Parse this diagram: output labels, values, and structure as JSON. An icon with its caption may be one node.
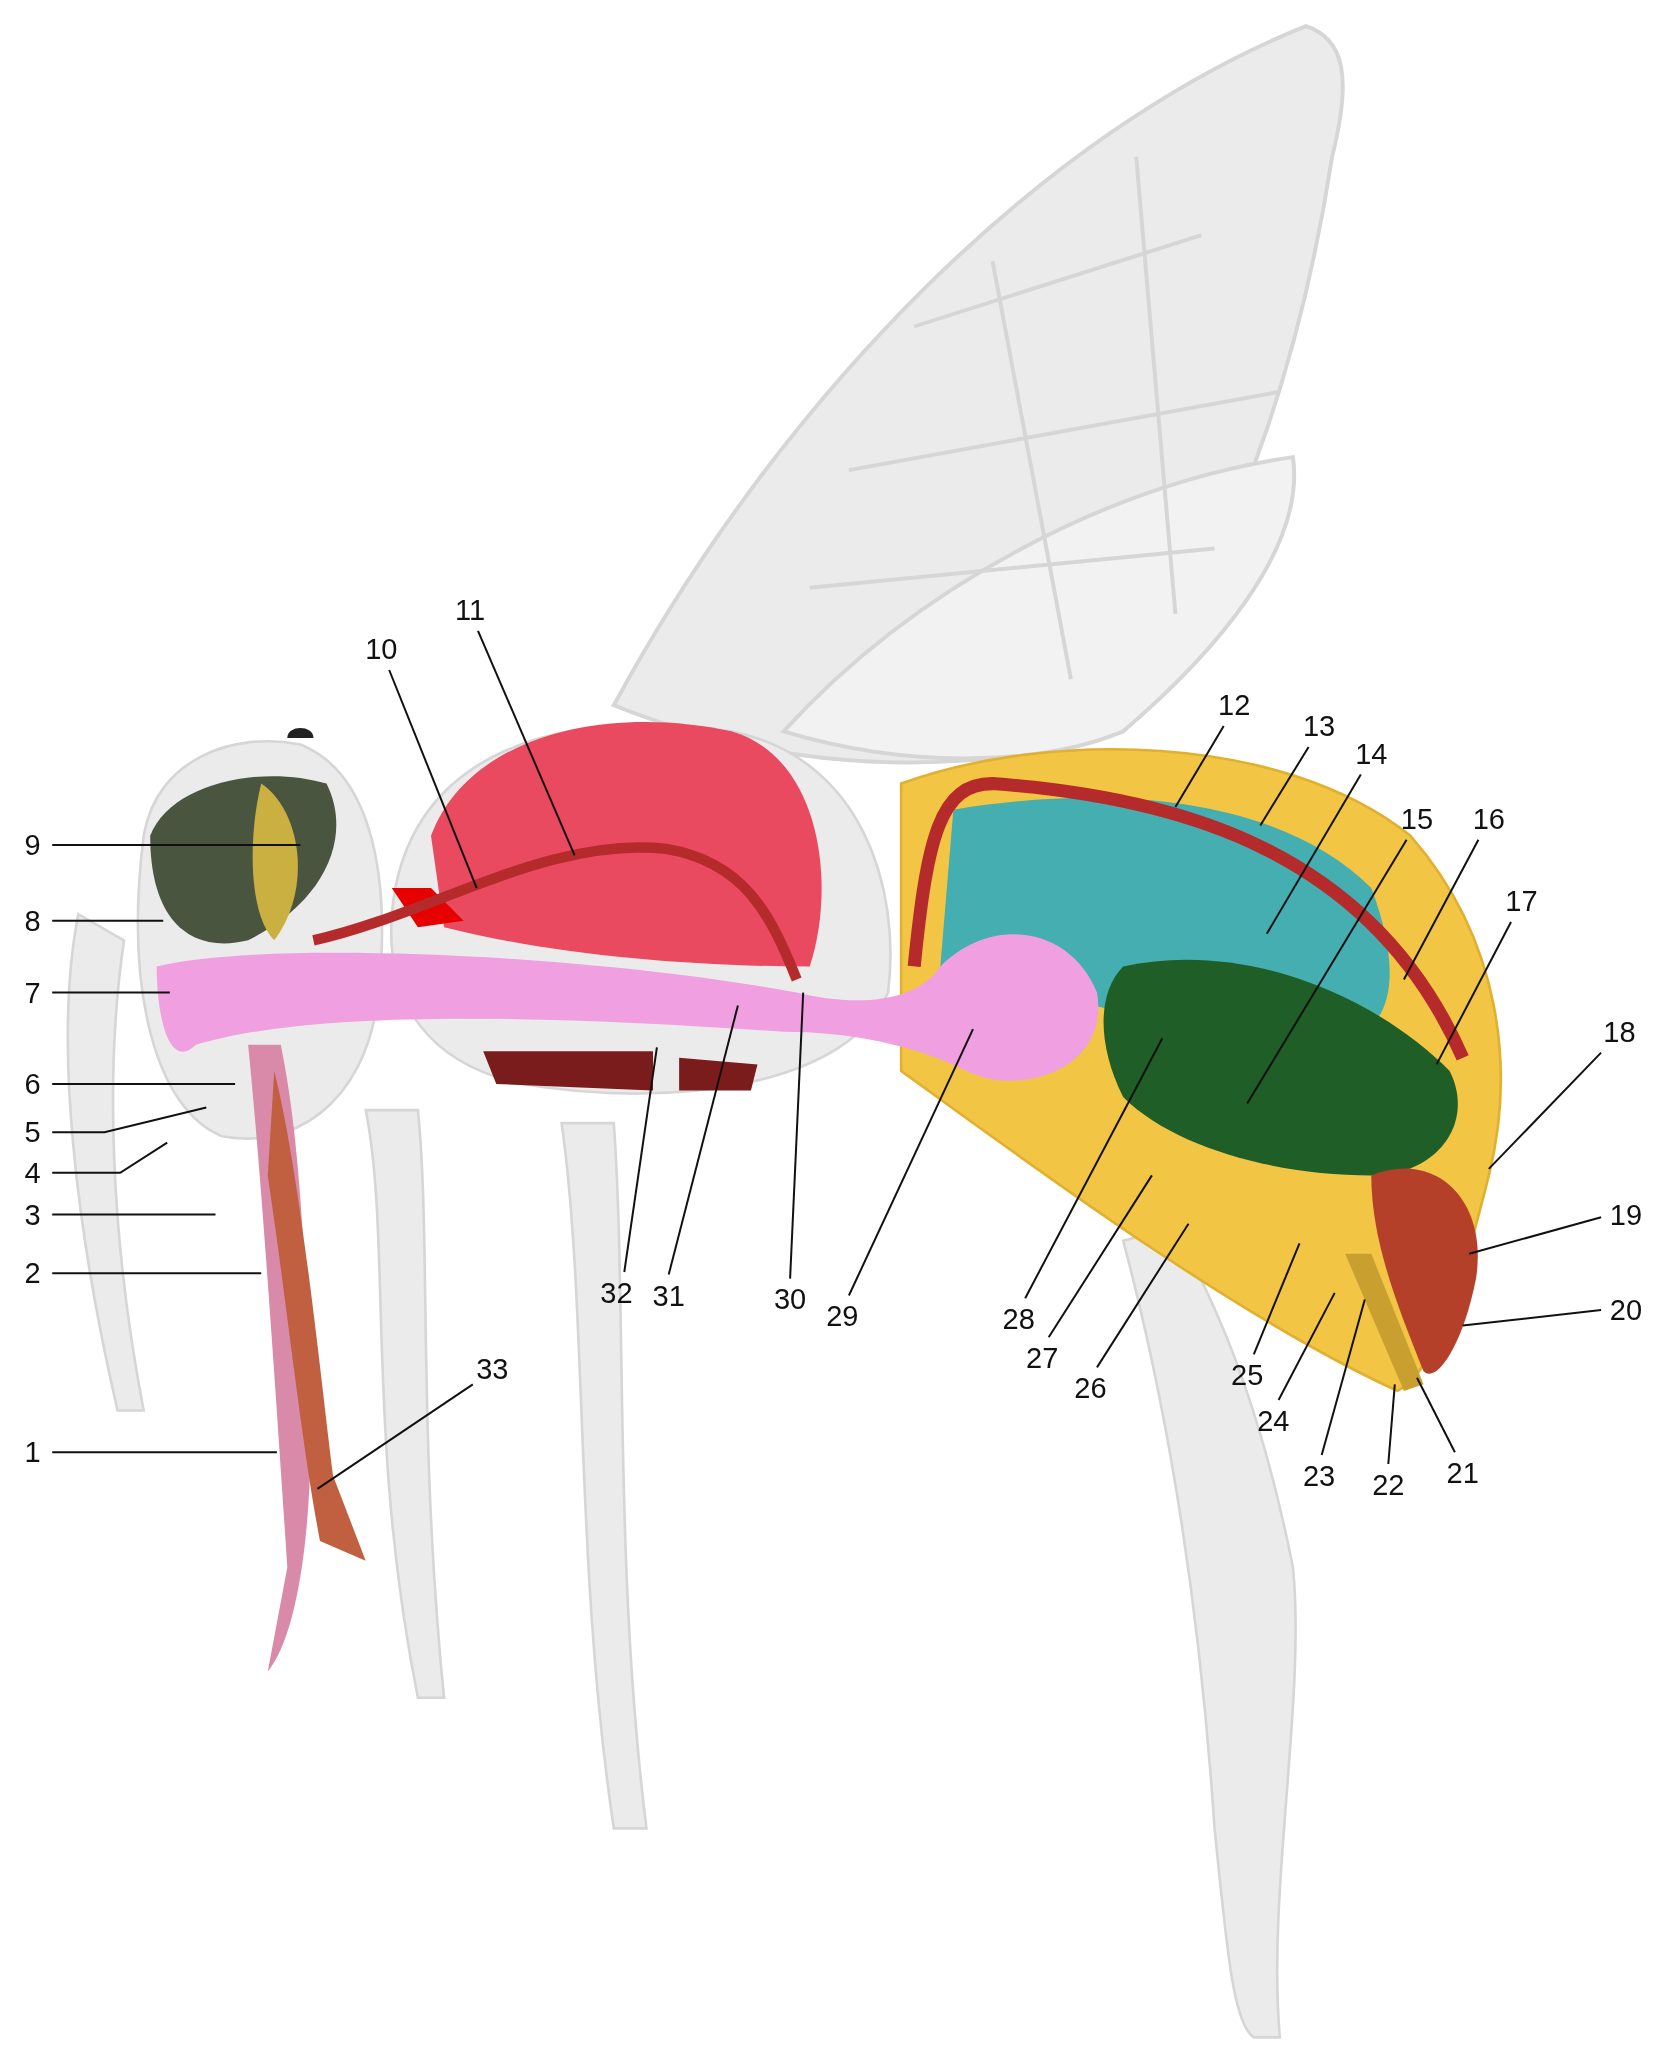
{
  "diagram": {
    "nodes": [
      {
        "text": [
          "1"
        ]
      },
      {
        "text": [
          "2"
        ]
      },
      {
        "text": [
          "3"
        ]
      },
      {
        "text": [
          "4"
        ]
      },
      {
        "text": [
          "5"
        ]
      },
      {
        "text": [
          "6"
        ]
      },
      {
        "text": [
          "7"
        ]
      },
      {
        "text": [
          "8"
        ]
      },
      {
        "text": [
          "9"
        ]
      },
      {
        "text": [
          "10"
        ]
      },
      {
        "text": [
          "11"
        ]
      },
      {
        "text": [
          "12"
        ]
      },
      {
        "text": [
          "13"
        ]
      },
      {
        "text": [
          "14"
        ]
      },
      {
        "text": [
          "15"
        ]
      },
      {
        "text": [
          "16"
        ]
      },
      {
        "text": [
          "17"
        ]
      },
      {
        "text": [
          "18"
        ]
      },
      {
        "text": [
          "19"
        ]
      },
      {
        "text": [
          "20"
        ]
      },
      {
        "text": [
          "21"
        ]
      },
      {
        "text": [
          "22"
        ]
      },
      {
        "text": [
          "23"
        ]
      },
      {
        "text": [
          "24"
        ]
      },
      {
        "text": [
          "25"
        ]
      },
      {
        "text": [
          "26"
        ]
      },
      {
        "text": [
          "27"
        ]
      },
      {
        "text": [
          "28"
        ]
      },
      {
        "text": [
          "29"
        ]
      },
      {
        "text": [
          "30"
        ]
      },
      {
        "text": [
          "31"
        ]
      },
      {
        "text": [
          "32"
        ]
      },
      {
        "text": [
          "33"
        ]
      }
    ],
    "edges": [
      {
        "from": 0,
        "to": null,
        "arrow": "none"
      },
      {
        "from": 1,
        "to": null,
        "arrow": "none"
      },
      {
        "from": 2,
        "to": null,
        "arrow": "none"
      },
      {
        "from": 3,
        "to": null,
        "arrow": "none"
      },
      {
        "from": 4,
        "to": null,
        "arrow": "none"
      },
      {
        "from": 5,
        "to": null,
        "arrow": "none"
      },
      {
        "from": 6,
        "to": null,
        "arrow": "none"
      },
      {
        "from": 7,
        "to": null,
        "arrow": "none"
      },
      {
        "from": 8,
        "to": null,
        "arrow": "none"
      },
      {
        "from": 9,
        "to": null,
        "arrow": "none"
      },
      {
        "from": 10,
        "to": null,
        "arrow": "none"
      },
      {
        "from": 11,
        "to": null,
        "arrow": "none"
      },
      {
        "from": 12,
        "to": null,
        "arrow": "none"
      },
      {
        "from": 13,
        "to": null,
        "arrow": "none"
      },
      {
        "from": 14,
        "to": null,
        "arrow": "none"
      },
      {
        "from": 15,
        "to": null,
        "arrow": "none"
      },
      {
        "from": 16,
        "to": null,
        "arrow": "none"
      },
      {
        "from": 17,
        "to": null,
        "arrow": "none"
      },
      {
        "from": 18,
        "to": null,
        "arrow": "none"
      },
      {
        "from": 19,
        "to": null,
        "arrow": "none"
      },
      {
        "from": 20,
        "to": null,
        "arrow": "none"
      },
      {
        "from": 21,
        "to": null,
        "arrow": "none"
      },
      {
        "from": 22,
        "to": null,
        "arrow": "none"
      },
      {
        "from": 23,
        "to": null,
        "arrow": "none"
      },
      {
        "from": 24,
        "to": null,
        "arrow": "none"
      },
      {
        "from": 25,
        "to": null,
        "arrow": "none"
      },
      {
        "from": 26,
        "to": null,
        "arrow": "none"
      },
      {
        "from": 27,
        "to": null,
        "arrow": "none"
      },
      {
        "from": 28,
        "to": null,
        "arrow": "none"
      },
      {
        "from": 29,
        "to": null,
        "arrow": "none"
      },
      {
        "from": 30,
        "to": null,
        "arrow": "none"
      },
      {
        "from": 31,
        "to": null,
        "arrow": "none"
      },
      {
        "from": 32,
        "to": null,
        "arrow": "none"
      }
    ]
  }
}
